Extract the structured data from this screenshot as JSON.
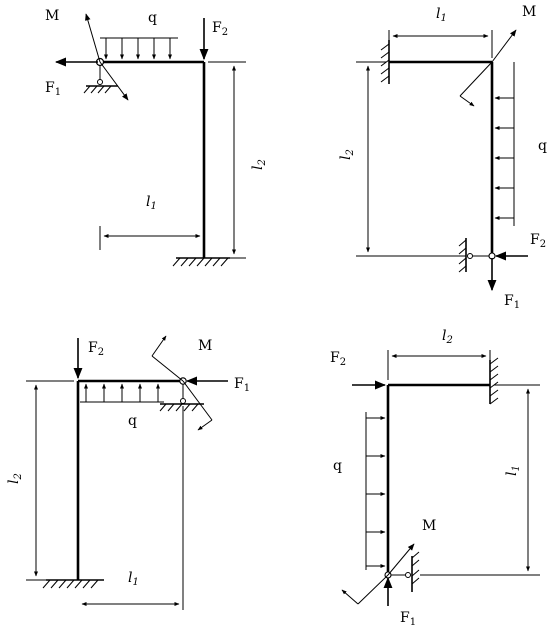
{
  "labels": {
    "M": "M",
    "F": "F",
    "q": "q",
    "l": "l",
    "sub1": "1",
    "sub2": "2"
  }
}
